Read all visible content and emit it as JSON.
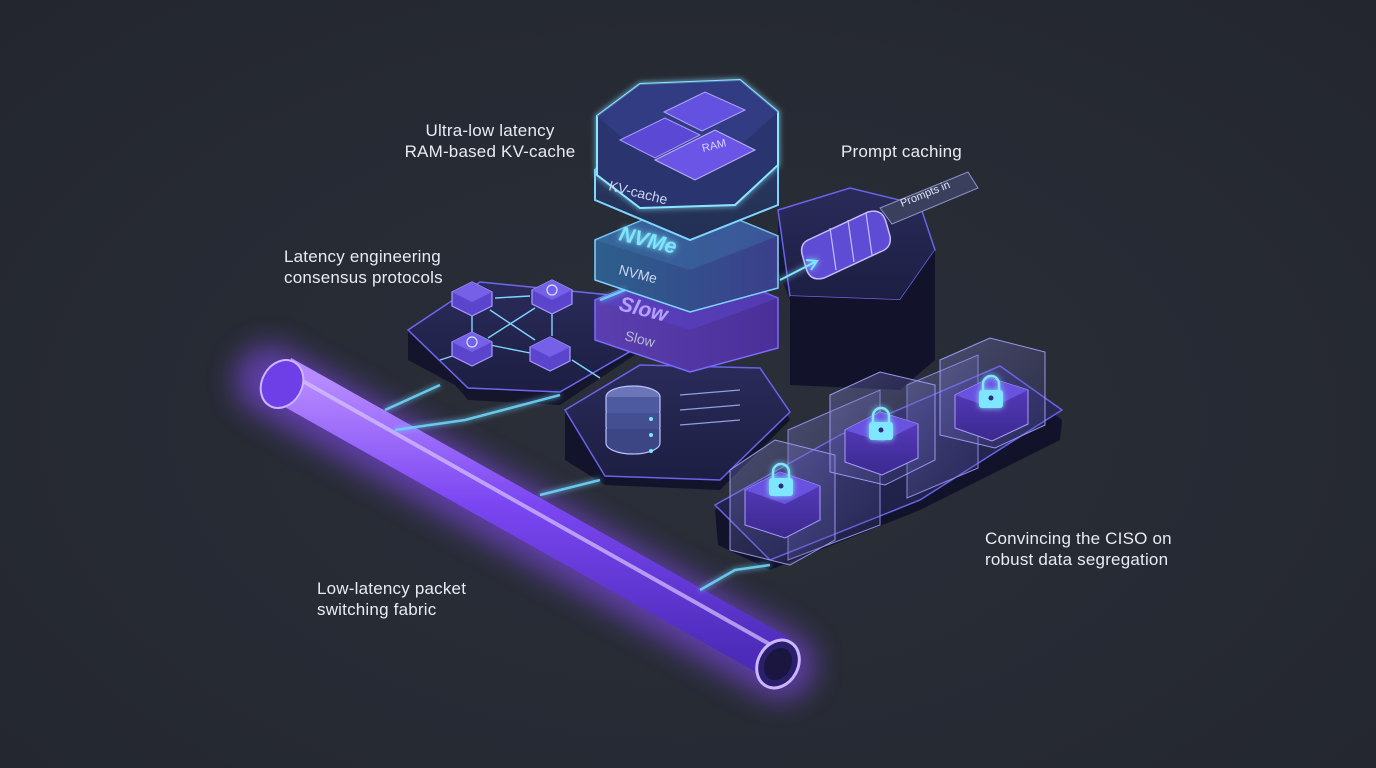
{
  "callouts": {
    "kv_cache": [
      "Ultra-low latency",
      "RAM-based KV-cache"
    ],
    "prompt_caching": [
      "Prompt caching"
    ],
    "consensus": [
      "Latency engineering",
      "consensus protocols"
    ],
    "segregation": [
      "Convincing the CISO on",
      "robust data segregation"
    ],
    "fabric": [
      "Low-latency packet",
      "switching fabric"
    ]
  },
  "stack": {
    "ram_chip_label": "RAM",
    "kv_layer_label": "KV-cache",
    "nvme_face_label": "NVMe",
    "nvme_layer_label": "NVMe",
    "slow_face_label": "Slow",
    "slow_layer_label": "Slow"
  },
  "prompt_pipe_label": "Prompts in",
  "icons": {
    "database": "database-icon",
    "lock": "padlock-icon",
    "node": "network-node-icon",
    "fabric": "glowing-pipe"
  },
  "colors": {
    "background": "#262a33",
    "platform": "#1c1d3a",
    "edge_glow": "#7b70ff",
    "cyan": "#5fd8f5",
    "violet": "#8a4dff"
  }
}
